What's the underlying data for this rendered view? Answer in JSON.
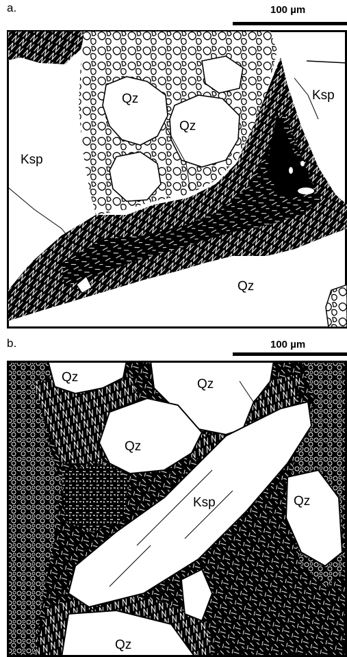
{
  "panels": [
    {
      "letter": "a.",
      "scale_label": "100 µm",
      "labels": {
        "qz_1": "Qz",
        "qz_2": "Qz",
        "ksp_left": "Ksp",
        "ksp_right": "Ksp",
        "qz_bottom": "Qz"
      }
    },
    {
      "letter": "b.",
      "scale_label": "100 µm",
      "labels": {
        "qz_top_left": "Qz",
        "qz_top_right": "Qz",
        "qz_left": "Qz",
        "ksp_center": "Ksp",
        "qz_right": "Qz",
        "qz_bottom": "Qz"
      }
    }
  ],
  "colors": {
    "ink": "#000000",
    "paper": "#ffffff"
  }
}
